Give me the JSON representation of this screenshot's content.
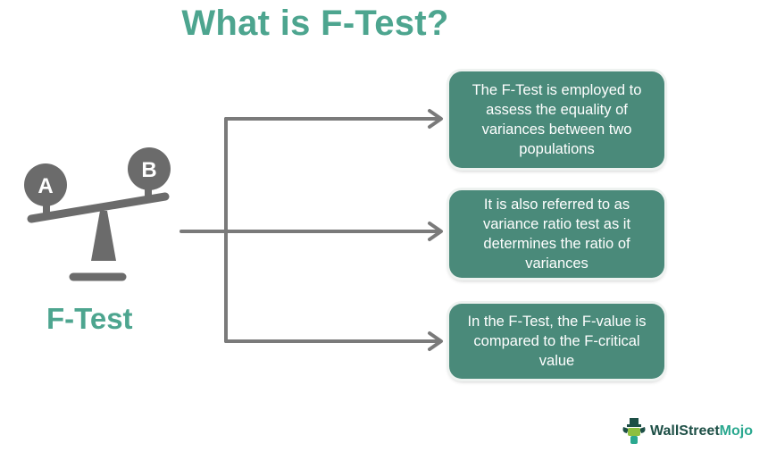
{
  "title": "What is F-Test?",
  "icon": {
    "name": "balance-scale-icon",
    "left_weight": "A",
    "right_weight": "B"
  },
  "central_label": "F-Test",
  "points": [
    {
      "text": "The F-Test is employed to assess the equality of variances between two populations"
    },
    {
      "text": "It is also referred to as variance ratio test as it determines the ratio of variances"
    },
    {
      "text": "In the F-Test, the F-value is compared to the F-critical value"
    }
  ],
  "logo": {
    "brand_part1": "WallStreet",
    "brand_part2": "Mojo"
  },
  "colors": {
    "accent": "#4da58f",
    "box": "#4a8a7a",
    "connector": "#7a7a7a",
    "icon": "#6b6b6b"
  }
}
